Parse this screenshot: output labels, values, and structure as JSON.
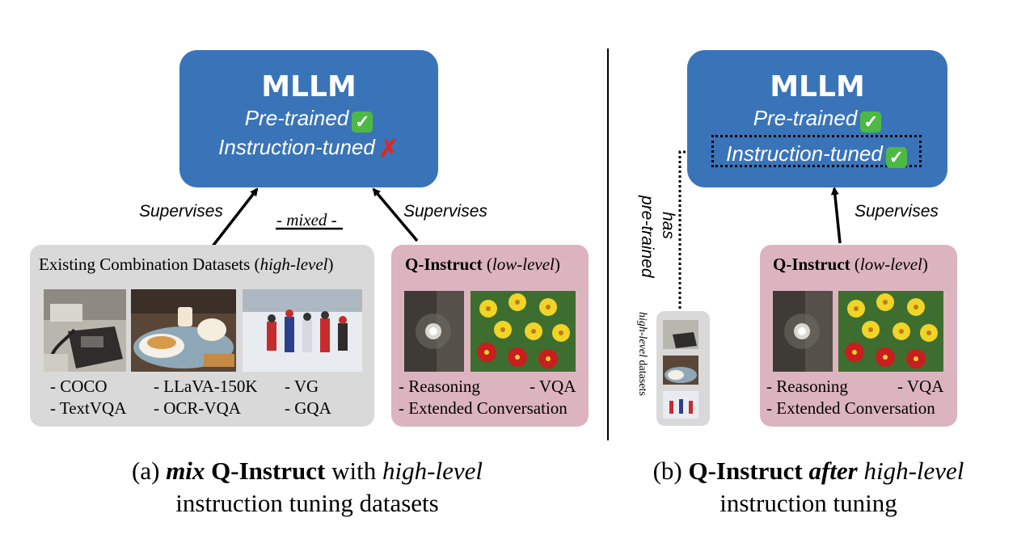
{
  "left": {
    "mllm": {
      "title": "MLLM",
      "line1": "Pre-trained",
      "line2": "Instruction-tuned"
    },
    "supervises_left": "Supervises",
    "supervises_right": "Supervises",
    "mixed": "- mixed -",
    "existing": {
      "title_prefix": "Existing Combination Datasets (",
      "title_italic": "high-level",
      "title_suffix": ")",
      "datasets": [
        "- COCO",
        "- LLaVA-150K",
        "- VG",
        "- TextVQA",
        "- OCR-VQA",
        "- GQA"
      ]
    },
    "qinstruct": {
      "title_bold": "Q-Instruct",
      "title_open": " (",
      "title_italic": "low-level",
      "title_close": ")",
      "items": [
        "- Reasoning",
        "- VQA",
        "- Extended Conversation"
      ]
    },
    "caption": {
      "p1": "(a) ",
      "p2": "mix",
      "p3": " Q-Instruct",
      "p4": " with ",
      "p5": "high-level",
      "line2": "instruction tuning datasets"
    }
  },
  "right": {
    "mllm": {
      "title": "MLLM",
      "line1": "Pre-trained",
      "line2": "Instruction-tuned"
    },
    "supervises": "Supervises",
    "has": "has",
    "pretrained": "pre-trained",
    "small_label_italic": "high-level",
    "small_label_rest": " datasets",
    "qinstruct": {
      "title_bold": "Q-Instruct",
      "title_open": " (",
      "title_italic": "low-level",
      "title_close": ")",
      "items": [
        "- Reasoning",
        "- VQA",
        "- Extended Conversation"
      ]
    },
    "caption": {
      "p1": "(b) ",
      "p2": "Q-Instruct",
      "p3": " after",
      "p4": " high-level",
      "line2": "instruction tuning"
    }
  },
  "colors": {
    "mllm_blue": "#3a74b8",
    "gray_panel": "#d9d9d9",
    "pink_panel": "#dcb4c0",
    "check_green": "#4eb845",
    "cross_red": "#d62b2b"
  },
  "icons": [
    "check-mark-icon",
    "cross-mark-icon"
  ]
}
